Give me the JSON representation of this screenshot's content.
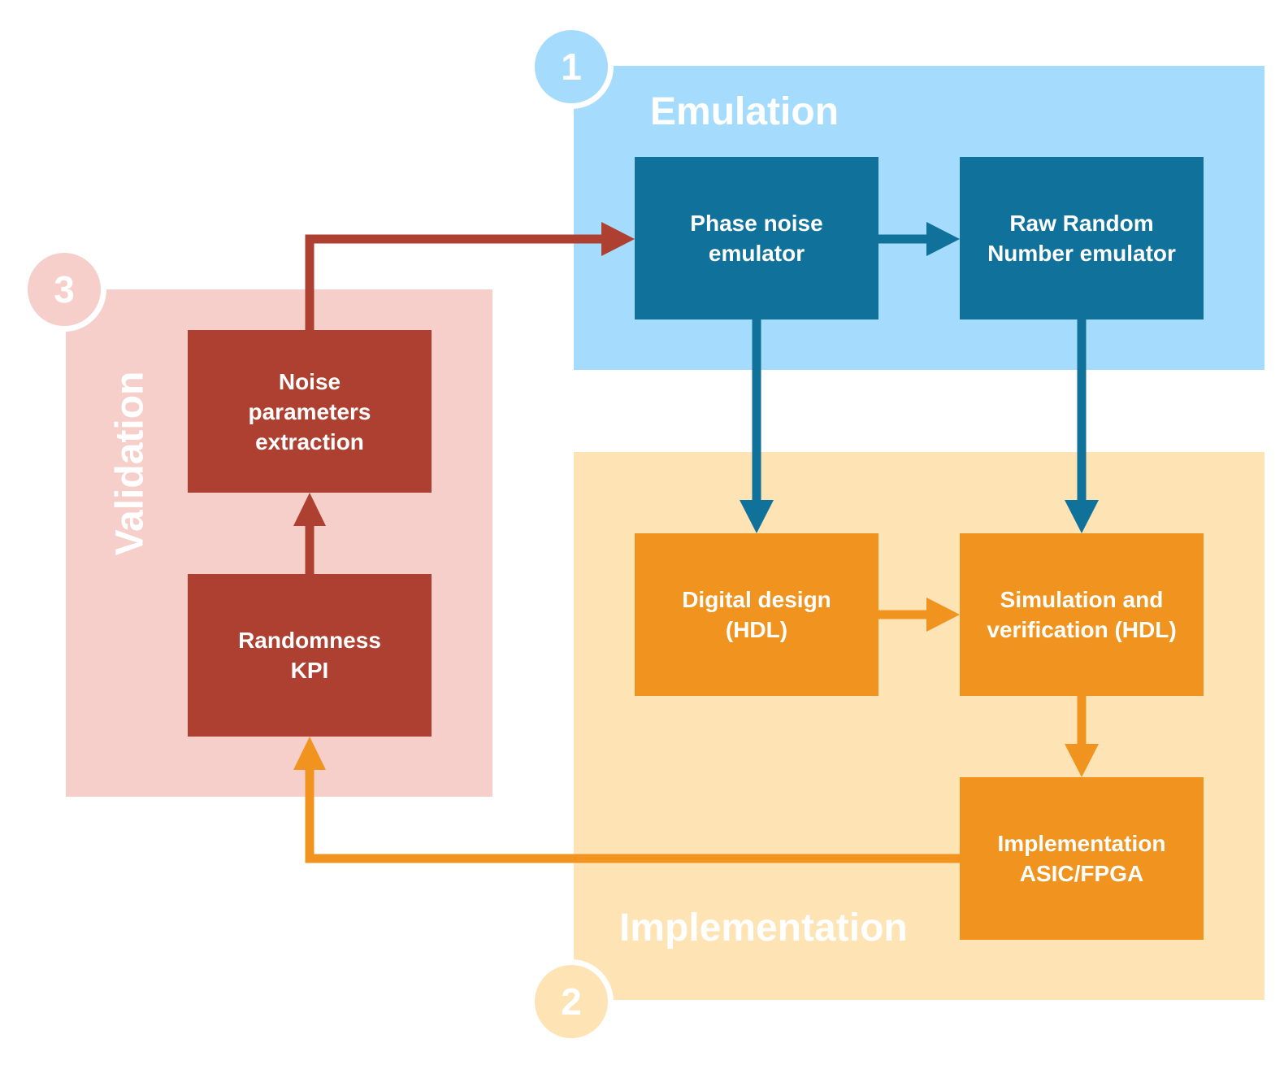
{
  "colors": {
    "emulation_panel": "#a5dcfd",
    "emulation_box": "#10729b",
    "implementation_panel": "#fee3b4",
    "implementation_box": "#f1941f",
    "validation_panel": "#f7cfca",
    "validation_box": "#ae4031"
  },
  "panels": {
    "emulation": {
      "number": "1",
      "title": "Emulation"
    },
    "implementation": {
      "number": "2",
      "title": "Implementation"
    },
    "validation": {
      "number": "3",
      "title": "Validation"
    }
  },
  "boxes": {
    "phase_noise": "Phase noise\nemulator",
    "raw_random": "Raw Random\nNumber emulator",
    "digital_design": "Digital design\n(HDL)",
    "simulation": "Simulation and\nverification (HDL)",
    "implementation": "Implementation\nASIC/FPGA",
    "noise_params": "Noise\nparameters\nextraction",
    "randomness_kpi": "Randomness\nKPI"
  },
  "connections": [
    {
      "from": "Noise parameters extraction",
      "to": "Phase noise emulator"
    },
    {
      "from": "Phase noise emulator",
      "to": "Raw Random Number emulator"
    },
    {
      "from": "Phase noise emulator",
      "to": "Digital design (HDL)"
    },
    {
      "from": "Raw Random Number emulator",
      "to": "Simulation and verification (HDL)"
    },
    {
      "from": "Digital design (HDL)",
      "to": "Simulation and verification (HDL)"
    },
    {
      "from": "Simulation and verification (HDL)",
      "to": "Implementation ASIC/FPGA"
    },
    {
      "from": "Implementation ASIC/FPGA",
      "to": "Randomness KPI"
    },
    {
      "from": "Randomness KPI",
      "to": "Noise parameters extraction"
    }
  ]
}
